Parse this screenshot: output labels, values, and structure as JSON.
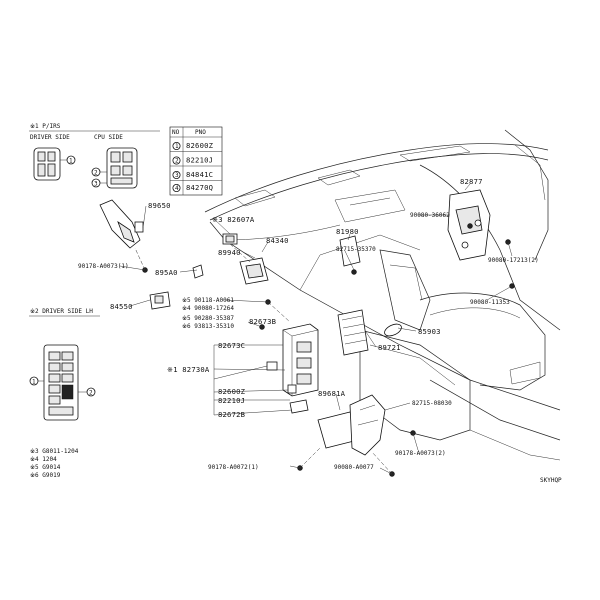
{
  "inset_top": {
    "title": "※1 P/IRS",
    "sub_left": "DRIVER SIDE",
    "sub_right": "CPU SIDE",
    "callout_1": "1",
    "callout_2": "2",
    "callout_3": "3"
  },
  "table": {
    "col_no": "NO",
    "col_pno": "PNO",
    "rows": [
      {
        "no": "1",
        "pno": "82600Z"
      },
      {
        "no": "2",
        "pno": "82210J"
      },
      {
        "no": "3",
        "pno": "84841C"
      },
      {
        "no": "4",
        "pno": "84270Q"
      }
    ]
  },
  "inset_bottom": {
    "title": "※2 DRIVER SIDE LH",
    "callout_1": "1",
    "callout_2": "2",
    "notes": [
      "※3 G8011-1204",
      "※4 1204",
      "※5 G9014",
      "※6 G9019"
    ]
  },
  "labels": {
    "l89650": "89650",
    "l82607A": "※3 82607A",
    "l84340": "84340",
    "l89940": "89940",
    "l81980": "81980",
    "l82877": "82877",
    "l90080_36062": "90080-36062",
    "l82715_35370": "82715-35370",
    "l90178_A0073_1": "90178-A0073(1)",
    "l895A0": "895A0",
    "l84550": "84550",
    "l90118_A0061": "※5 90118-A0061",
    "l90080_17264": "※4 90080-17264",
    "l90280_35387": "※5 90280-35387",
    "l93813_35310": "※6 93813-35310",
    "l82673B": "82673B",
    "l90080_17213_2": "90080-17213(2)",
    "l90080_11353": "90080-11353",
    "l89721": "89721",
    "l85903": "85903",
    "l82730A": "※1 82730A",
    "l82673C": "82673C",
    "l82600Z": "82600Z",
    "l82210J": "82210J",
    "l82672B": "82672B",
    "l89681A": "89681A",
    "l82715_08030": "82715-08030",
    "l90178_A0073_2": "90178-A0073(2)",
    "l90178_A0072": "90178-A0072(1)",
    "l90080_A0077": "90080-A0077",
    "footer_code": "SKYHQP"
  }
}
